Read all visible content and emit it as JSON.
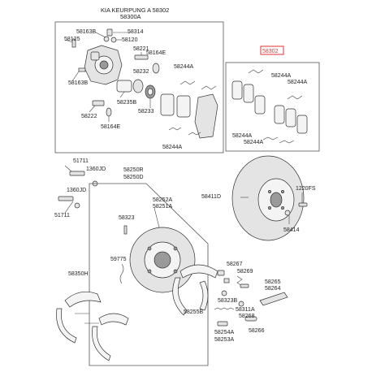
{
  "header": {
    "line1": "KIA KEURPUNG A 58302",
    "line2": "58300A",
    "highlighted_part": "58302",
    "highlight_color": "#e33333"
  },
  "labels": {
    "p58314": "58314",
    "p58163B_top": "58163B",
    "p58125": "58125",
    "p58120": "58120",
    "p58221": "58221",
    "p58164E_top": "58164E",
    "p58163B_mid": "58163B",
    "p58232": "58232",
    "p58235B": "58235B",
    "p58233": "58233",
    "p58222": "58222",
    "p58164E_bot": "58164E",
    "p58244A_1": "58244A",
    "p58244A_2": "58244A",
    "p58244A_3": "58244A",
    "p58244A_4": "58244A",
    "p58244A_5": "58244A",
    "p58244A_6": "58244A",
    "p51711_top": "51711",
    "p1360JD_top": "1360JD",
    "p1360JD_bot": "1360JD",
    "p51711_bot": "51711",
    "p58250R": "58250R",
    "p58250D": "58250D",
    "p58252A": "58252A",
    "p58251A": "58251A",
    "p58411D": "58411D",
    "p1220FS": "1220FS",
    "p58414": "58414",
    "p58323": "58323",
    "p59775": "59775",
    "p58350H": "58350H",
    "p58267": "58267",
    "p58269": "58269",
    "p58265": "58265",
    "p58264": "58264",
    "p58323B": "58323B",
    "p58255B": "58255B",
    "p58311A": "58311A",
    "p58268": "58268",
    "p58266": "58266",
    "p58254A": "58254A",
    "p58253A": "58253A"
  }
}
